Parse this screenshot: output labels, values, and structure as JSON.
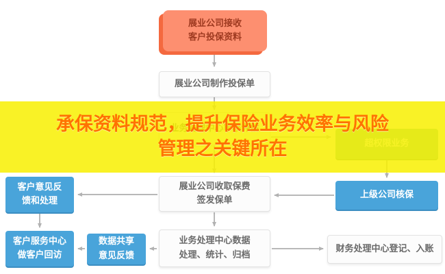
{
  "banner": {
    "headline": "承保资料规范，提升保险业务效率与风险\n管理之关键所在"
  },
  "nodes": {
    "receive": {
      "label": "展业公司接收\n客户投保资料"
    },
    "make": {
      "label": "展业公司制作投保单"
    },
    "assess": {
      "label": "业务处理中心审核评估"
    },
    "overlimit": {
      "label": "超权限业务"
    },
    "superior": {
      "label": "上级公司核保"
    },
    "collect": {
      "label": "展业公司收取保费\n签发保单"
    },
    "feedback": {
      "label": "客户意见反\n馈和处理"
    },
    "callback": {
      "label": "客户服务中心\n做客户回访"
    },
    "datashare": {
      "label": "数据共享\n意见反馈"
    },
    "dataproc": {
      "label": "业务处理中心数据\n处理、统计、归档"
    },
    "finance": {
      "label": "财务处理中心登记、入账"
    }
  },
  "colors": {
    "coral": "#fd8f70",
    "coral-shadow": "#f4693f",
    "coral-text": "#9e3a20",
    "blue": "#49a4da",
    "blue-shadow": "#3b8ec2",
    "green": "#83cba6",
    "green-shadow": "#6db08c",
    "gray-border": "#e2e2e2",
    "line": "#b8b8b8",
    "banner-bg": "#f8f000d9",
    "headline": "#ff7300"
  }
}
